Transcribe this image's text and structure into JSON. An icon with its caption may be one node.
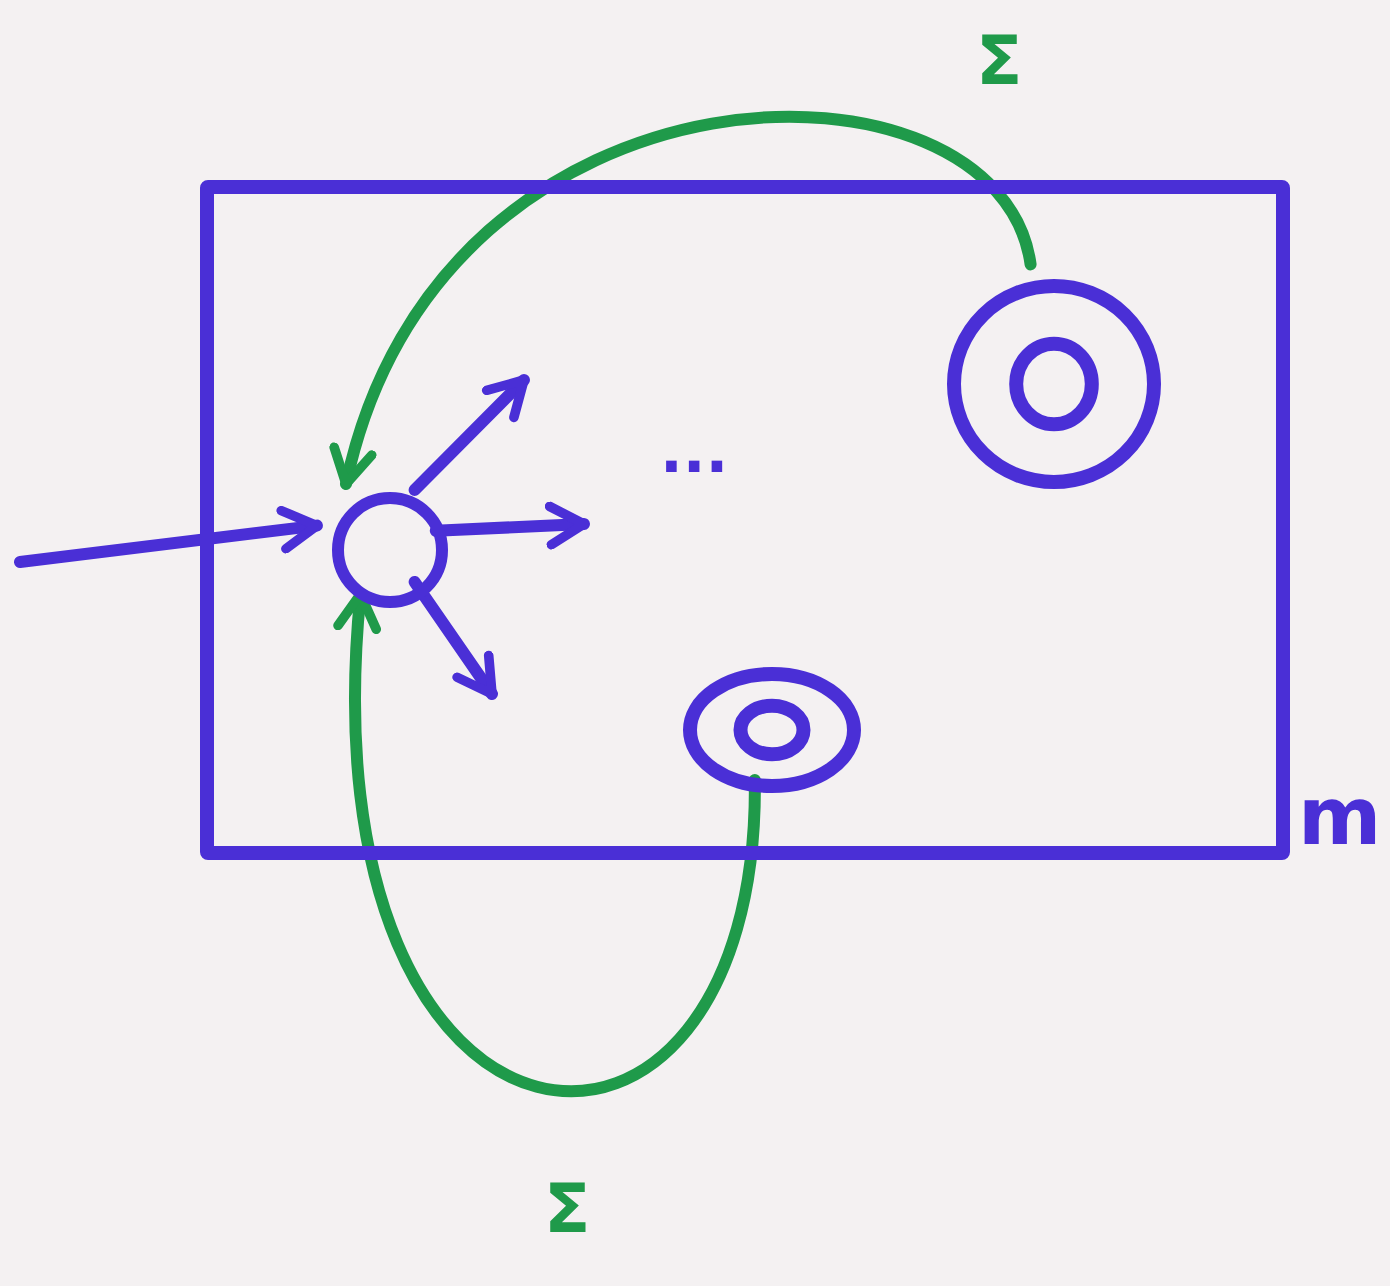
{
  "diagram": {
    "nodes": [
      {
        "text": [],
        "shape": "box",
        "beside": [
          "m"
        ]
      },
      {
        "text": [],
        "shape": "circle",
        "in": 0
      },
      {
        "text": [],
        "shape": "circle",
        "in": 0
      },
      {
        "text": [],
        "shape": "circle",
        "in": 0
      }
    ],
    "edges": [
      {
        "from": null,
        "to": 1,
        "arrow": "to"
      },
      {
        "from": 1,
        "to": null,
        "arrow": "to"
      },
      {
        "from": 1,
        "to": null,
        "arrow": "to"
      },
      {
        "from": 1,
        "to": null,
        "arrow": "to"
      },
      {
        "from": 2,
        "to": 1,
        "arrow": "to",
        "label": "Σ",
        "color": "#1f9a4a"
      },
      {
        "from": 3,
        "to": 1,
        "arrow": "to",
        "label": "Σ",
        "color": "#1f9a4a"
      }
    ],
    "labels": [
      "..."
    ]
  }
}
